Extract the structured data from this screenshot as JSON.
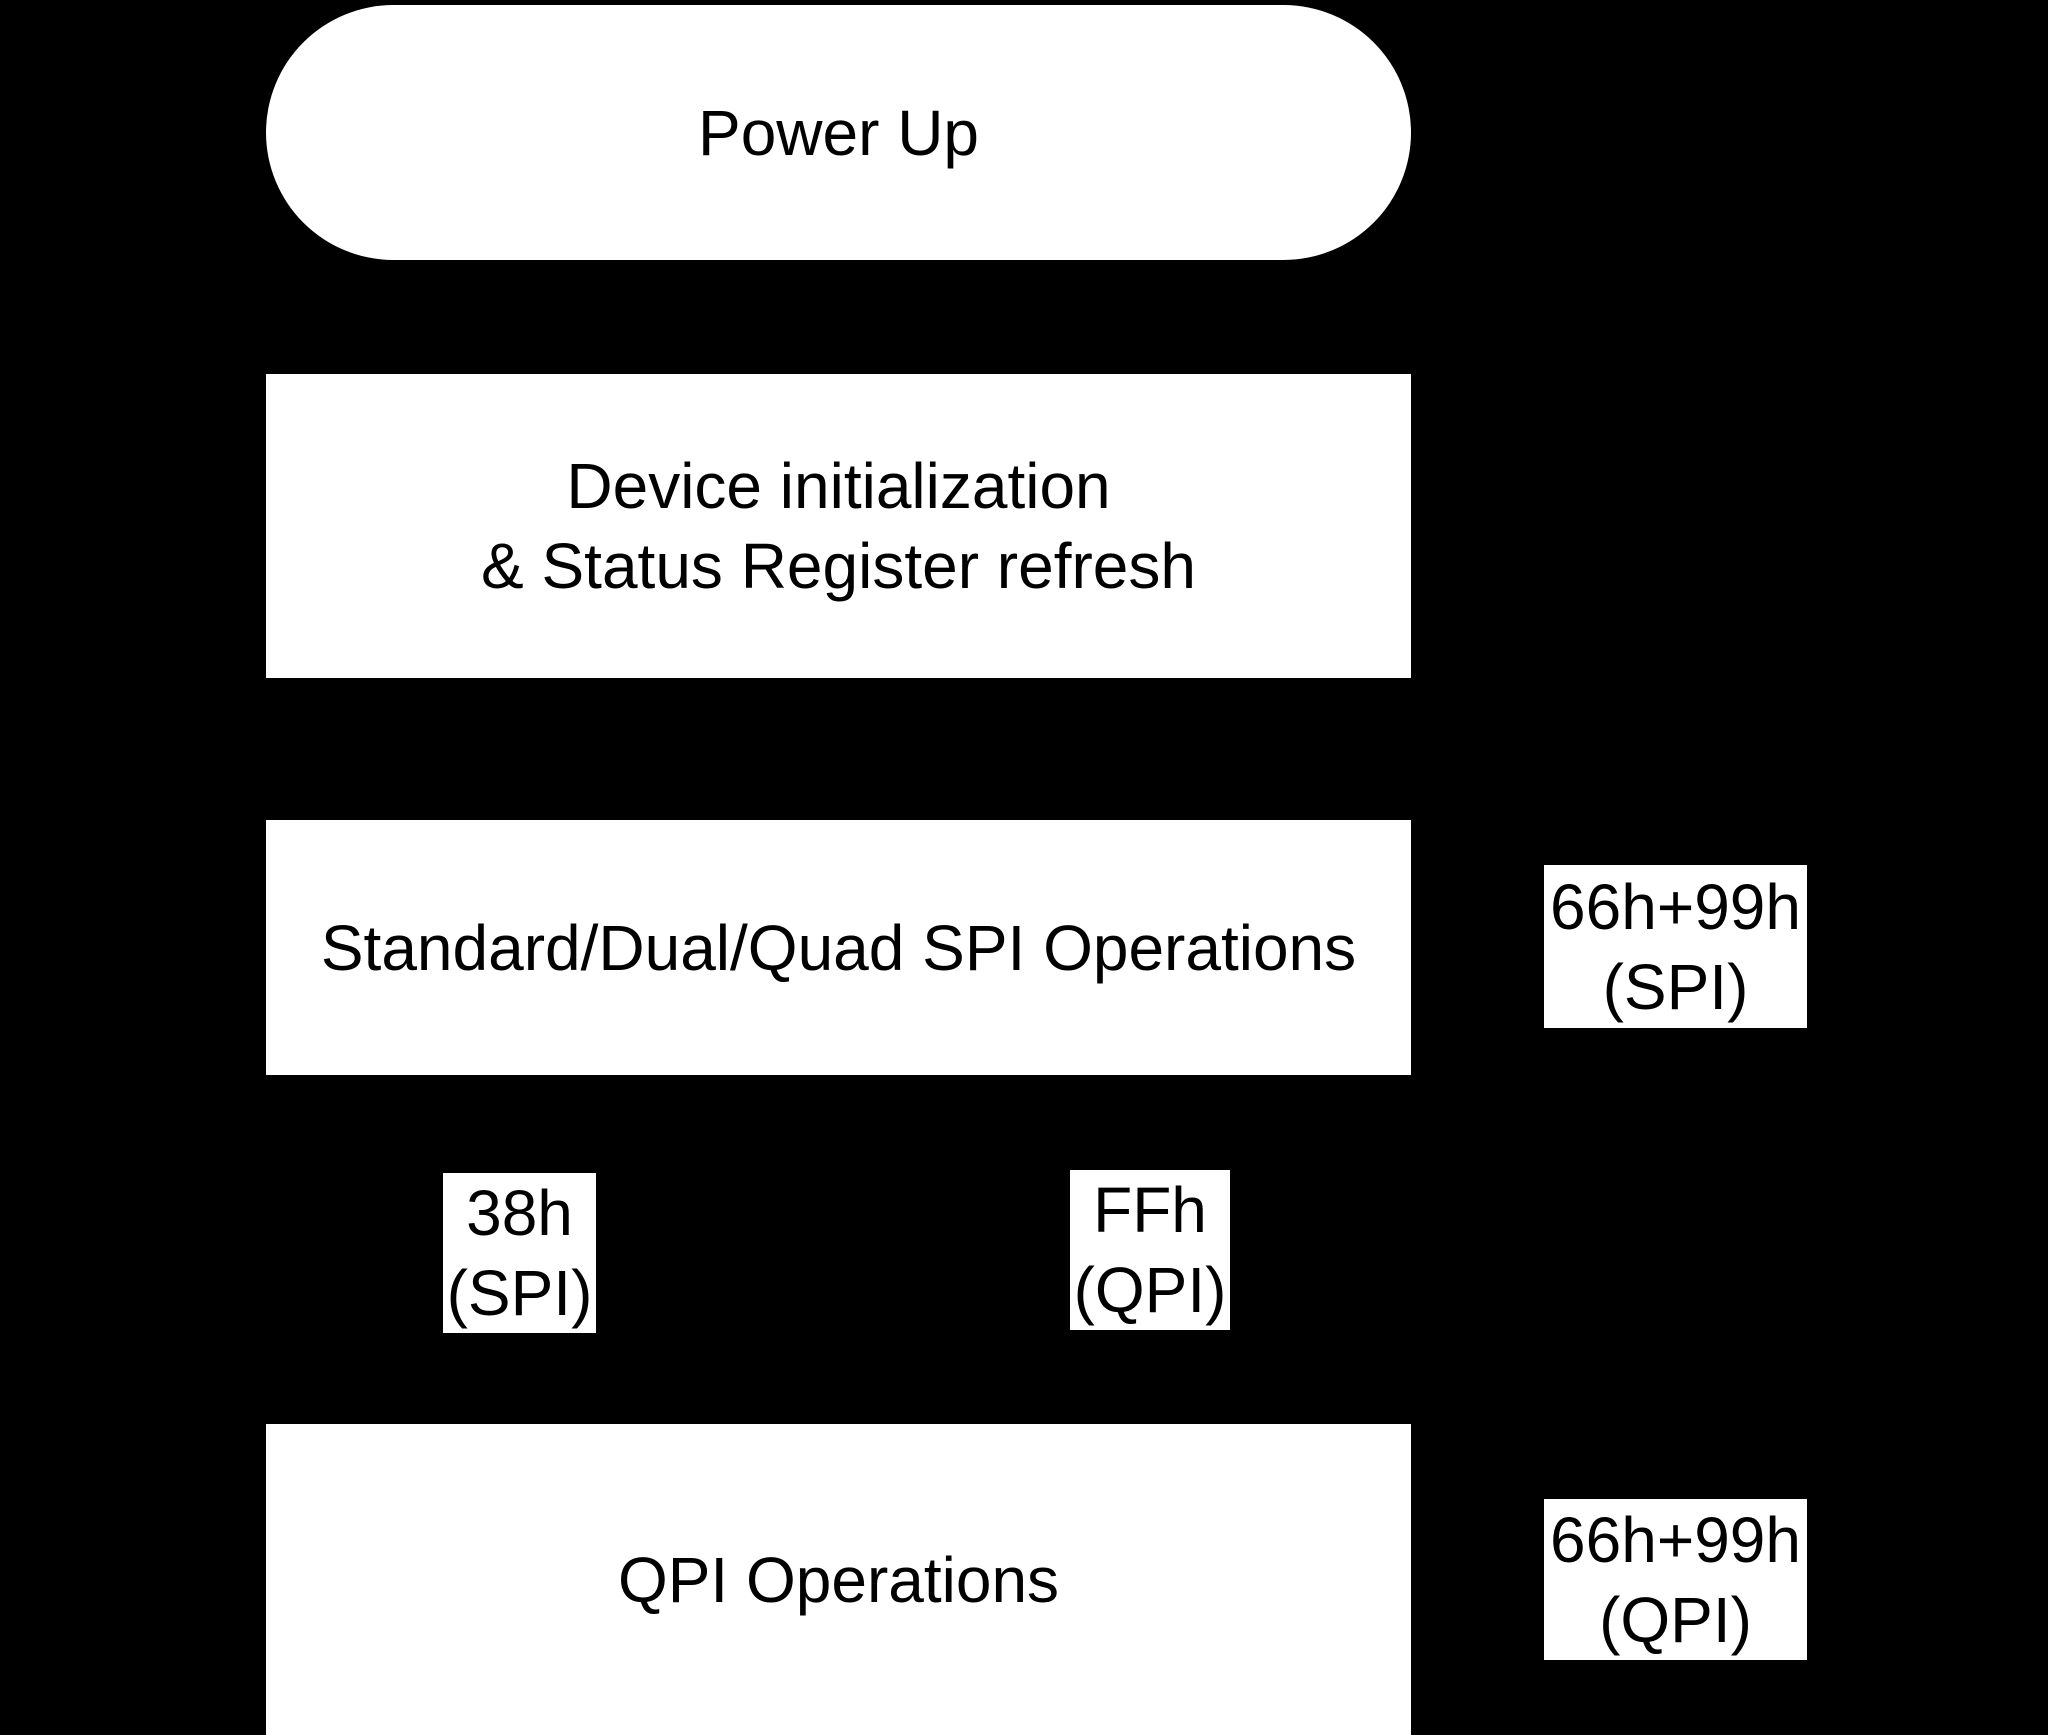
{
  "colors": {
    "background": "#000000",
    "box_fill": "#ffffff",
    "text": "#000000"
  },
  "nodes": {
    "power_up": {
      "label": "Power Up"
    },
    "device_init": {
      "line1": "Device initialization",
      "line2": "& Status Register refresh"
    },
    "spi_ops": {
      "label": "Standard/Dual/Quad SPI Operations"
    },
    "qpi_ops": {
      "label": "QPI Operations"
    }
  },
  "transitions": {
    "spi_reset": {
      "line1": "66h+99h",
      "line2": "(SPI)"
    },
    "enter_qpi": {
      "line1": "38h",
      "line2": "(SPI)"
    },
    "exit_qpi": {
      "line1": "FFh",
      "line2": "(QPI)"
    },
    "qpi_reset": {
      "line1": "66h+99h",
      "line2": "(QPI)"
    }
  }
}
